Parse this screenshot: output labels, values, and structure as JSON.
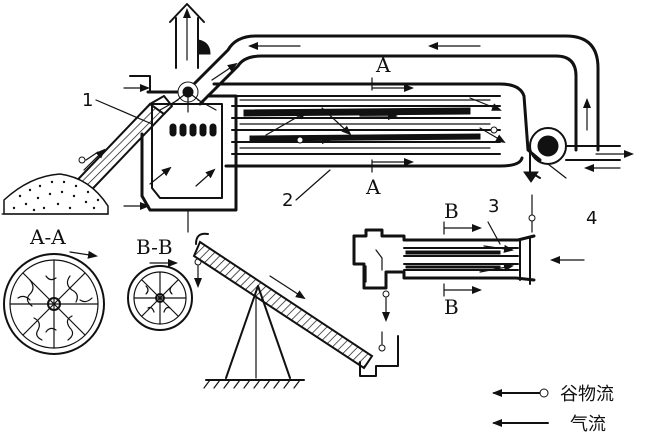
{
  "labels": {
    "n1": "1",
    "n2": "2",
    "n3": "3",
    "n4": "4",
    "a_top": "A",
    "a_bottom": "A",
    "b_top": "B",
    "b_bottom": "B",
    "section_aa": "A-A",
    "section_bb": "B-B"
  },
  "legend": {
    "grain_flow": "谷物流",
    "air_flow": "气流"
  }
}
